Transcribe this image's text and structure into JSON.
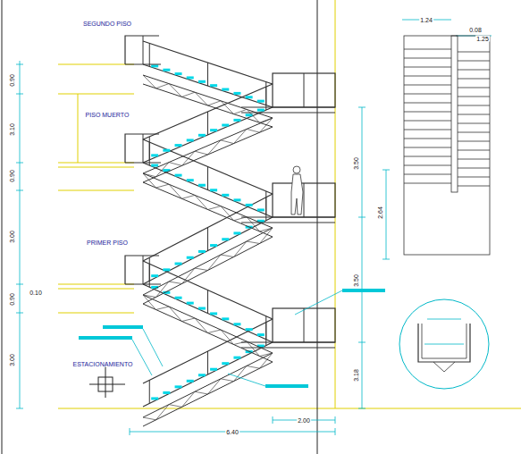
{
  "diagram": {
    "labels": [
      "SEGUNDO PISO",
      "PISO MUERTO",
      "PRIMER PISO",
      "ESTACIONAMIENTO",
      "0.90",
      "3.10",
      "0.90",
      "3.00",
      "0.10",
      "0.90",
      "3.00",
      "3.50",
      "2.64",
      "3.50",
      "3.18",
      "1.24",
      "0.08",
      "1.25",
      "2.00",
      "6.40"
    ]
  }
}
